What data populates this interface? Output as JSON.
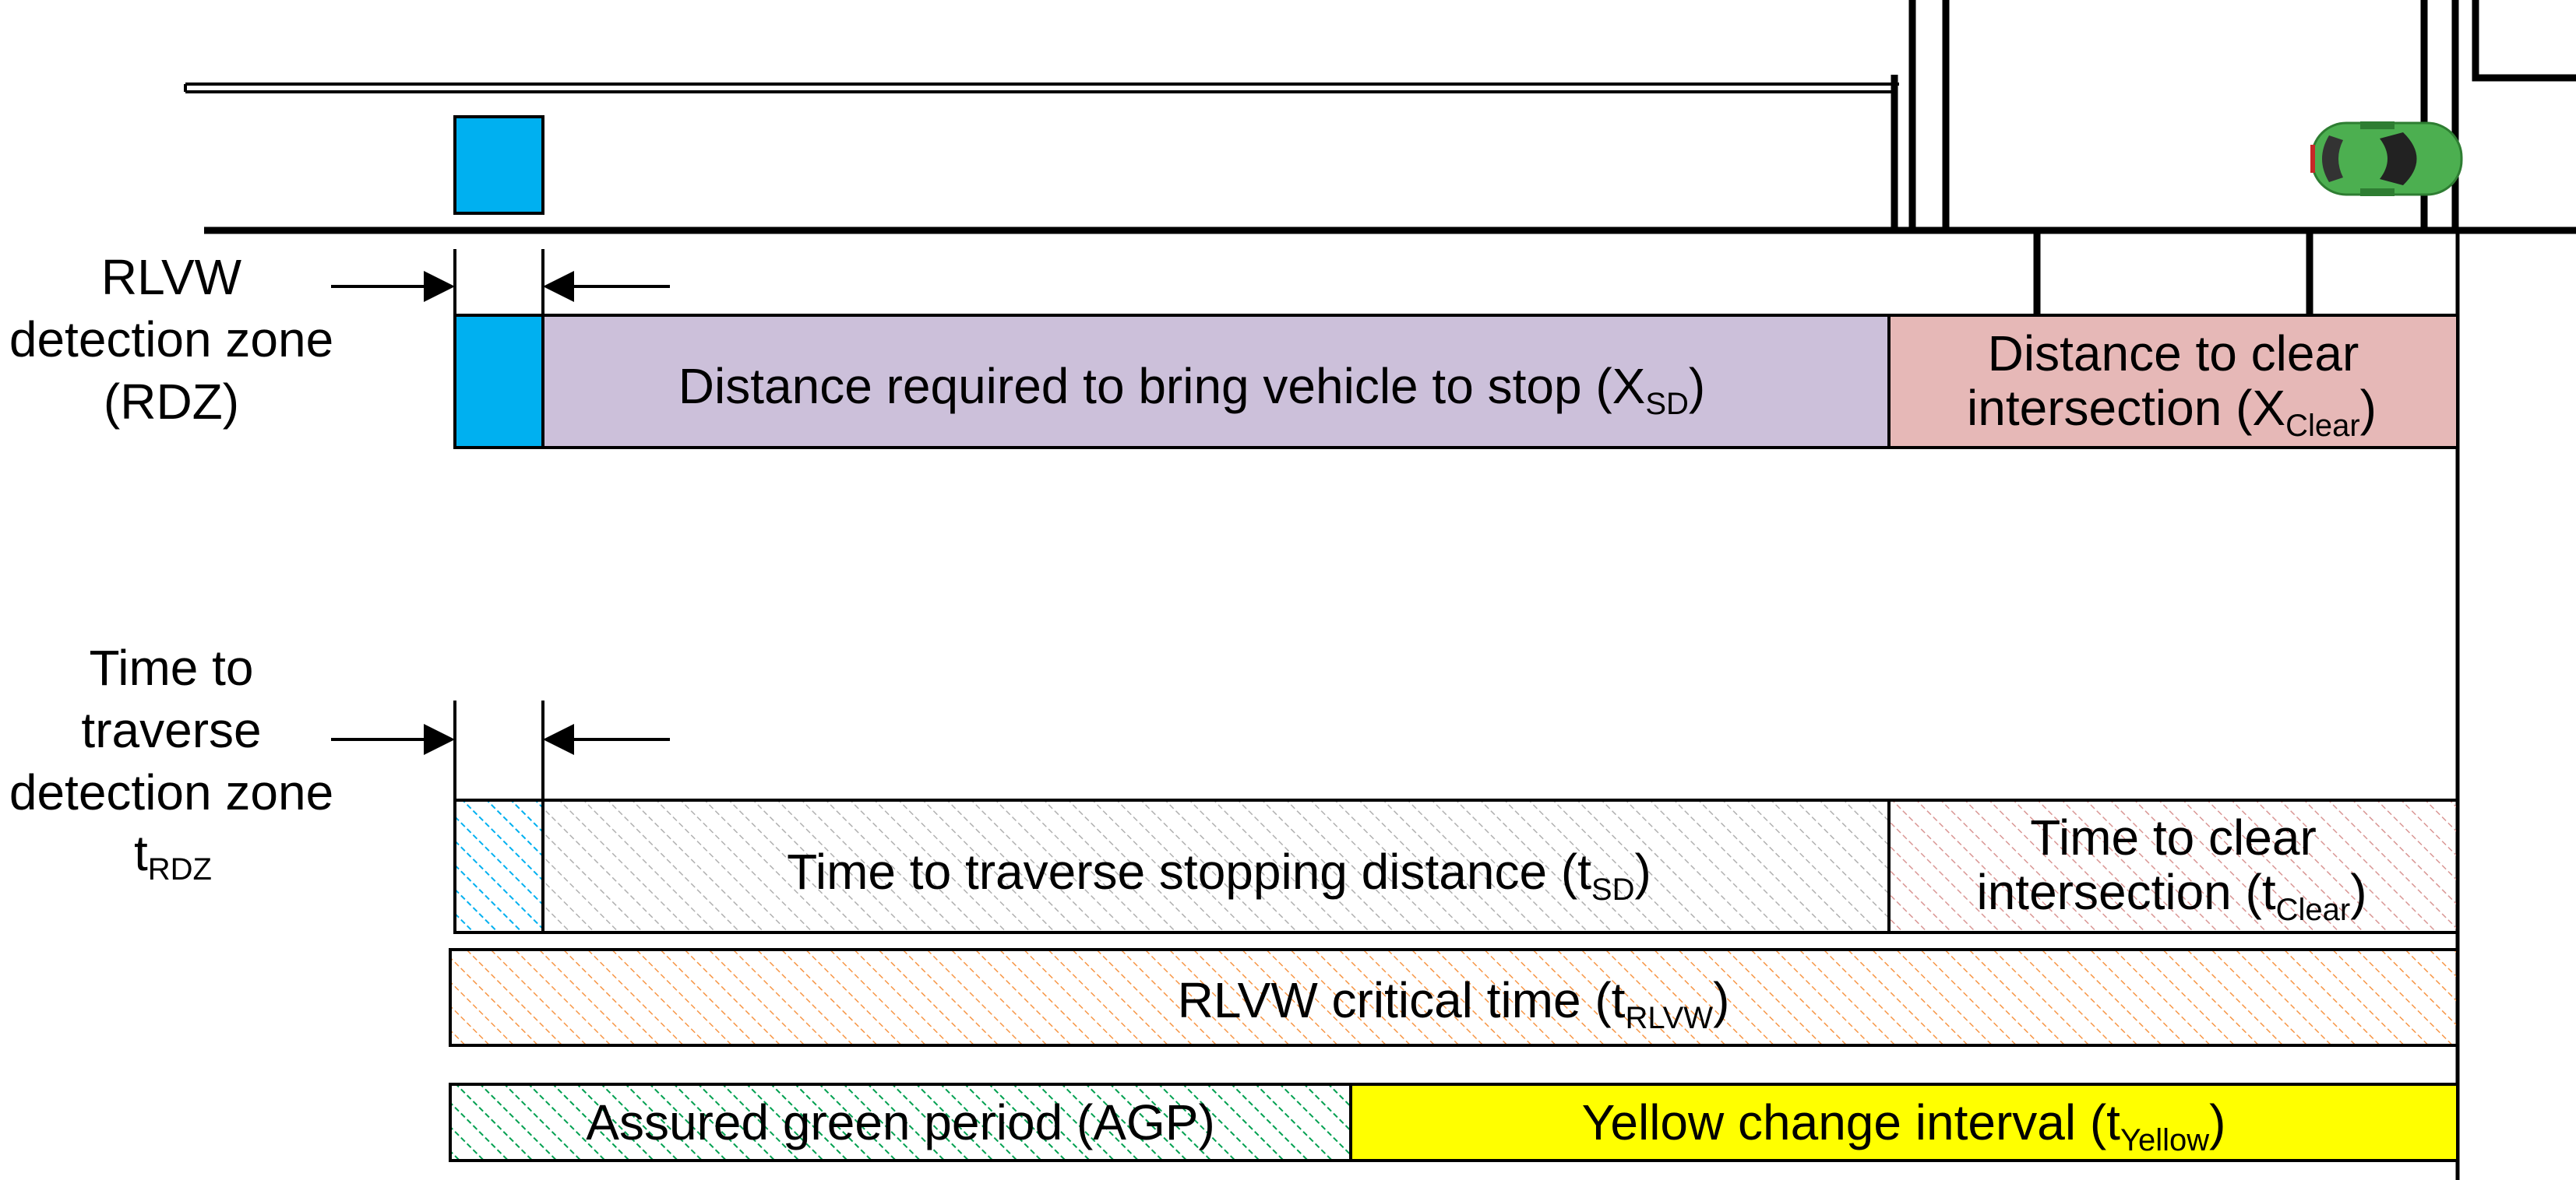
{
  "labels": {
    "rdz_line1": "RLVW",
    "rdz_line2": "detection zone",
    "rdz_line3": "(RDZ)",
    "trdz_line1": "Time to",
    "trdz_line2": "traverse",
    "trdz_line3": "detection zone",
    "trdz_var": "t",
    "trdz_var_sub": "RDZ"
  },
  "distance_row": {
    "xsd_text": "Distance required to bring vehicle to stop (X",
    "xsd_sub": "SD",
    "xsd_close": ")",
    "xclear_line1": "Distance to clear",
    "xclear_line2": "intersection (X",
    "xclear_sub": "Clear",
    "xclear_close": ")"
  },
  "time_row": {
    "tsd_text": "Time to traverse stopping distance (t",
    "tsd_sub": "SD",
    "tsd_close": ")",
    "tclear_line1": "Time to clear",
    "tclear_line2": "intersection (t",
    "tclear_sub": "Clear",
    "tclear_close": ")"
  },
  "critical_row": {
    "text": "RLVW critical time (t",
    "sub": "RLVW",
    "close": ")"
  },
  "signal_row": {
    "agp_text": "Assured green period (AGP)",
    "yellow_text": "Yellow change interval (t",
    "yellow_sub": "Yellow",
    "yellow_close": ")"
  },
  "colors": {
    "detection_blue": "#00b0f0",
    "stopping_lavender": "#ccc0da",
    "clear_pink": "#e6b8b7",
    "yellow": "#ffff00",
    "hatch_blue": "#00b0f0",
    "hatch_gray": "#a6a6a6",
    "hatch_pink": "#d99694",
    "hatch_orange": "#f79646",
    "hatch_green": "#00a050",
    "car_green": "#4caf50"
  }
}
